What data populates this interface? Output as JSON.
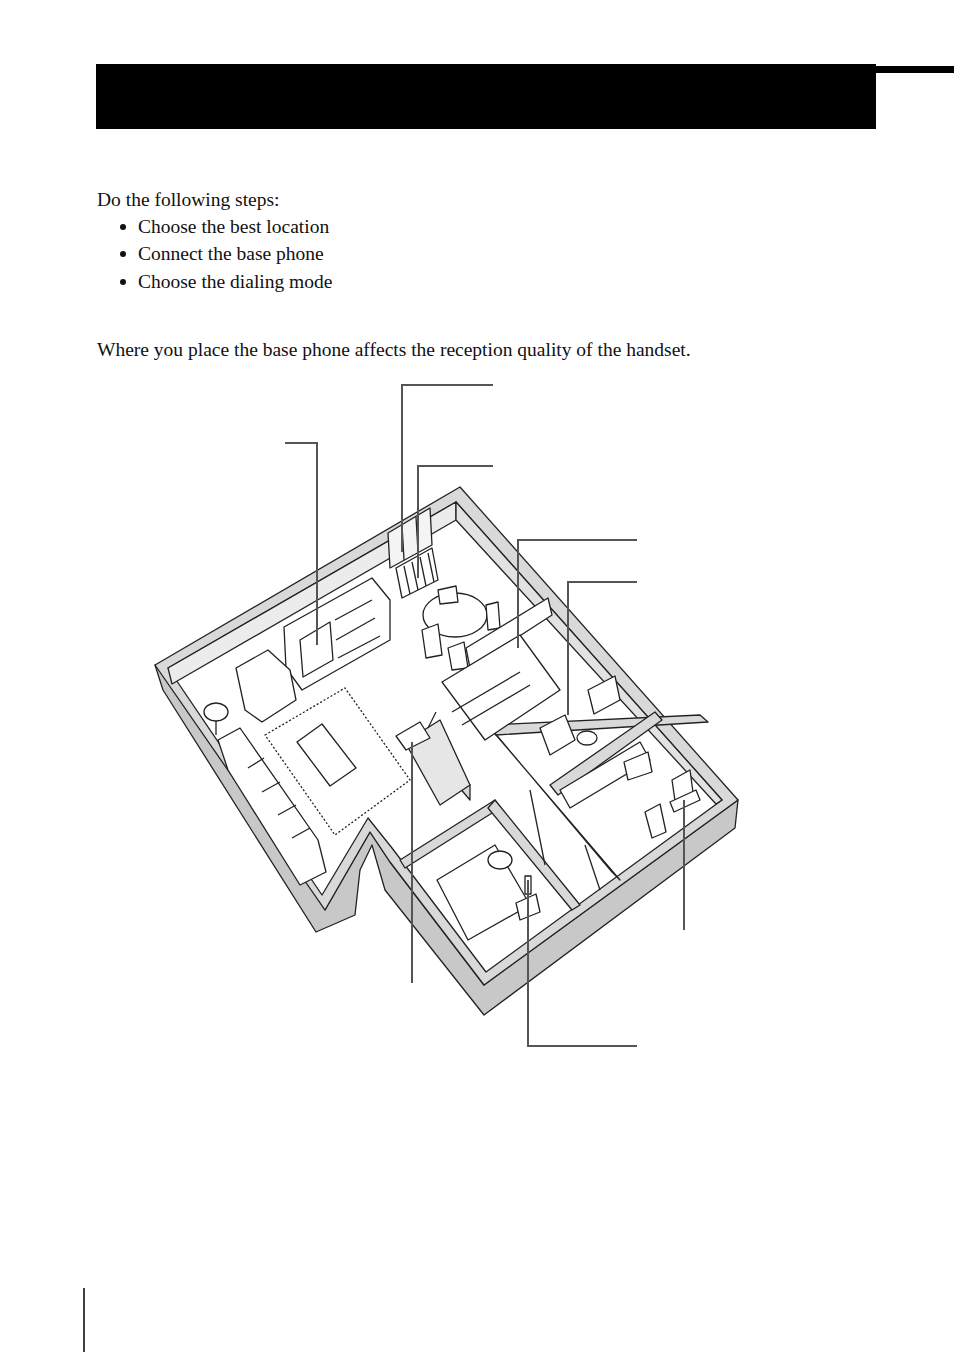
{
  "diagram": {
    "labels": [
      "Do the following steps:",
      "Choose the best location",
      "Connect the base phone",
      "Choose the dialing mode",
      "Where you place the base phone affects the reception quality of the handset."
    ]
  }
}
